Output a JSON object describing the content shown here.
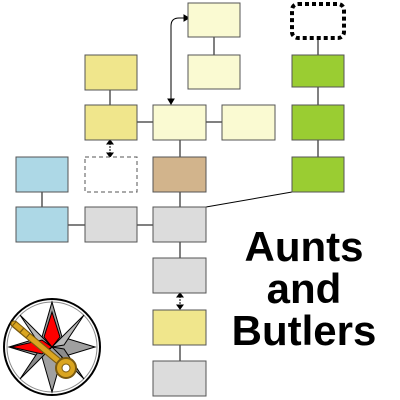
{
  "title": {
    "line1": "Aunts",
    "line2": "and",
    "line3": "Butlers"
  },
  "logo": {
    "icon": "compass-rose-key-icon"
  },
  "colors": {
    "tree_background": "#ffffff",
    "box_border": "#555555",
    "connector": "#000000",
    "pale_yellow": "#fafad2",
    "khaki_yellow": "#f0e68c",
    "green": "#9acd32",
    "tan": "#d2b48c",
    "light_blue": "#add8e6",
    "light_gray": "#dcdcdc",
    "white": "#ffffff",
    "logo_red": "#ff0000",
    "logo_gray": "#8c8c8c",
    "logo_gold": "#daa520"
  }
}
